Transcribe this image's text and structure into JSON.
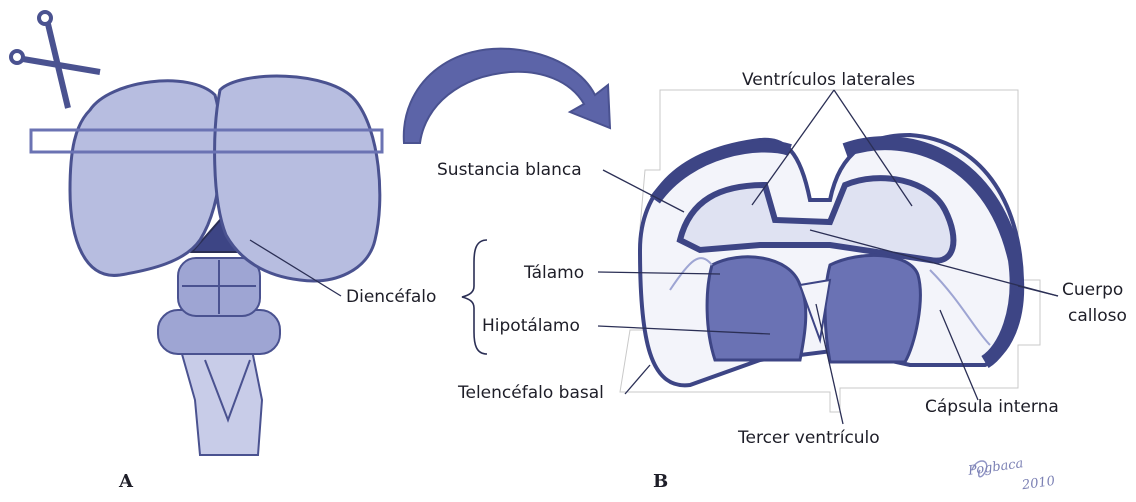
{
  "panels": {
    "a": "A",
    "b": "B"
  },
  "labels": {
    "ventriculos_laterales": "Ventrículos laterales",
    "sustancia_blanca": "Sustancia blanca",
    "talamo": "Tálamo",
    "hipotalamo": "Hipotálamo",
    "diencefalo": "Diencéfalo",
    "cuerpo": "Cuerpo",
    "calloso": "calloso",
    "telencefalo_basal": "Telencéfalo basal",
    "capsula_interna": "Cápsula interna",
    "tercer_ventriculo": "Tercer ventrículo"
  },
  "signature": {
    "name": "Pogbaca",
    "year": "2010"
  },
  "colors": {
    "ink": "#4a5290",
    "fill": "#b7bde0",
    "light": "#e7e9f5",
    "dark": "#3d4585",
    "line": "#2b2f55"
  }
}
